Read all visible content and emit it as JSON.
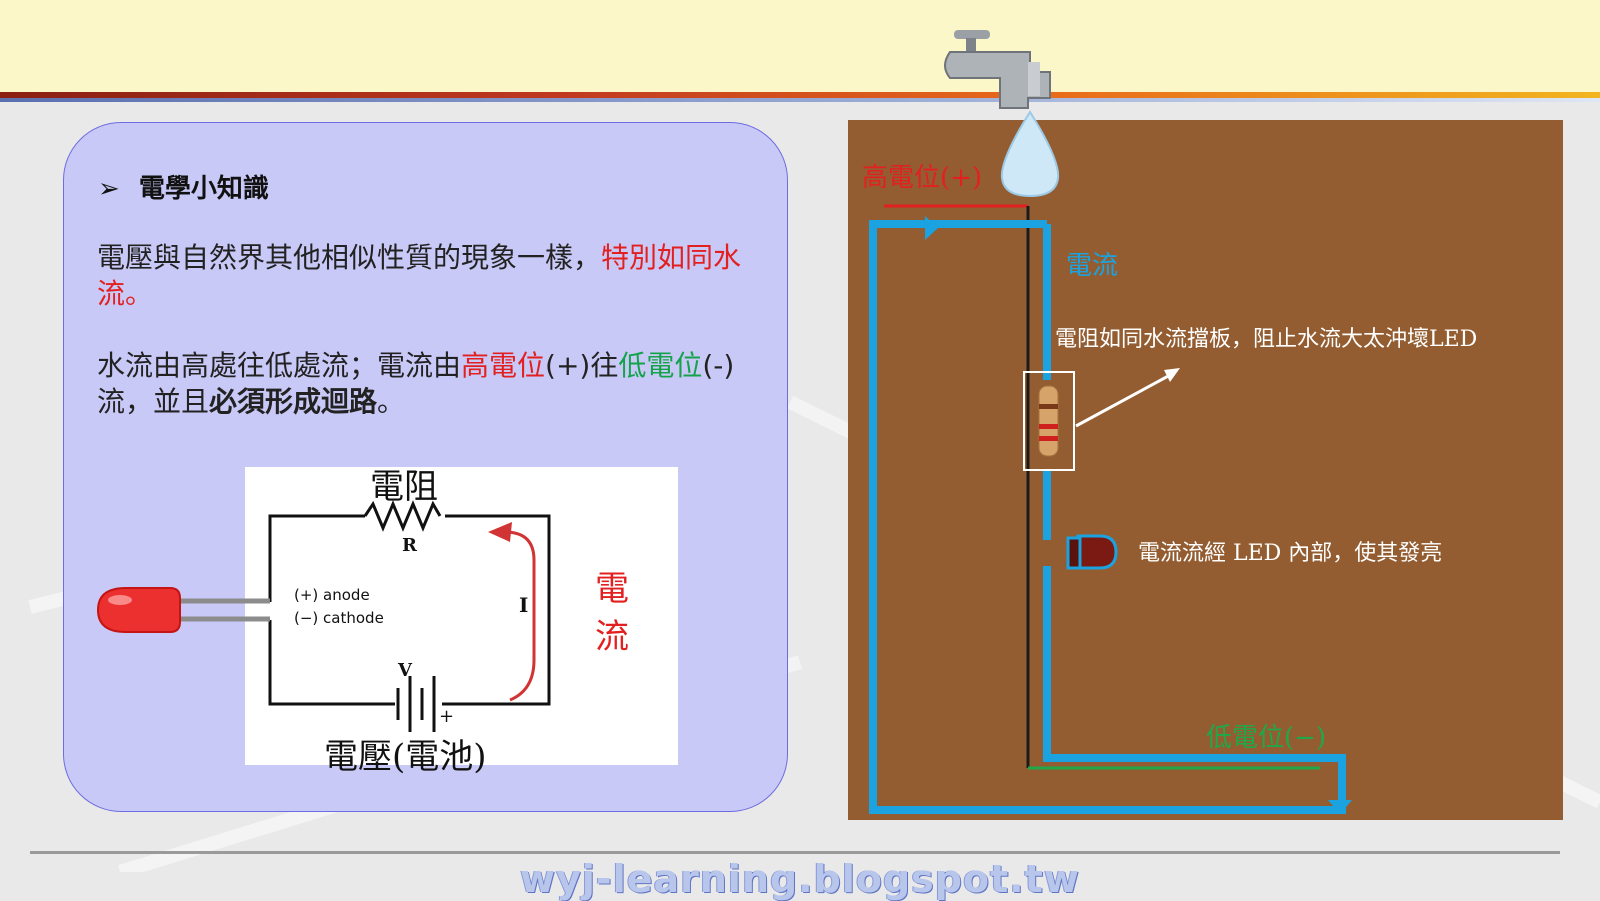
{
  "heading": {
    "bullet": "➢",
    "text": "電學小知識"
  },
  "para1": {
    "normal": "電壓與自然界其他相似性質的現象一樣，",
    "red": "特別如同水流。"
  },
  "para2": {
    "part1": "水流由高處往低處流；電流由",
    "red": "高電位",
    "part2": "(+)往",
    "green": "低電位",
    "part3": "(-)流，並且",
    "bold": "必須形成迴路",
    "end": "。"
  },
  "circuit": {
    "resistor_title": "電阻",
    "resistor_symbol": "R",
    "anode": "(+) anode",
    "cathode": "(−) cathode",
    "current_symbol": "I",
    "voltage_symbol": "V",
    "plus": "+",
    "battery_label": "電壓(電池)",
    "current_label_1": "電",
    "current_label_2": "流"
  },
  "water": {
    "high": "高電位(+)",
    "current": "電流",
    "resistor_note": "電阻如同水流擋板，阻止水流大太沖壞LED",
    "led_note": "電流流經 LED 內部，使其發亮",
    "low": "低電位(−)"
  },
  "footer": "wyj-learning.blogspot.tw",
  "colors": {
    "red": "#e32020",
    "green": "#14a34a",
    "water": "#1aa3e0",
    "brown": "#935d31",
    "panel": "#c9c9f7"
  }
}
